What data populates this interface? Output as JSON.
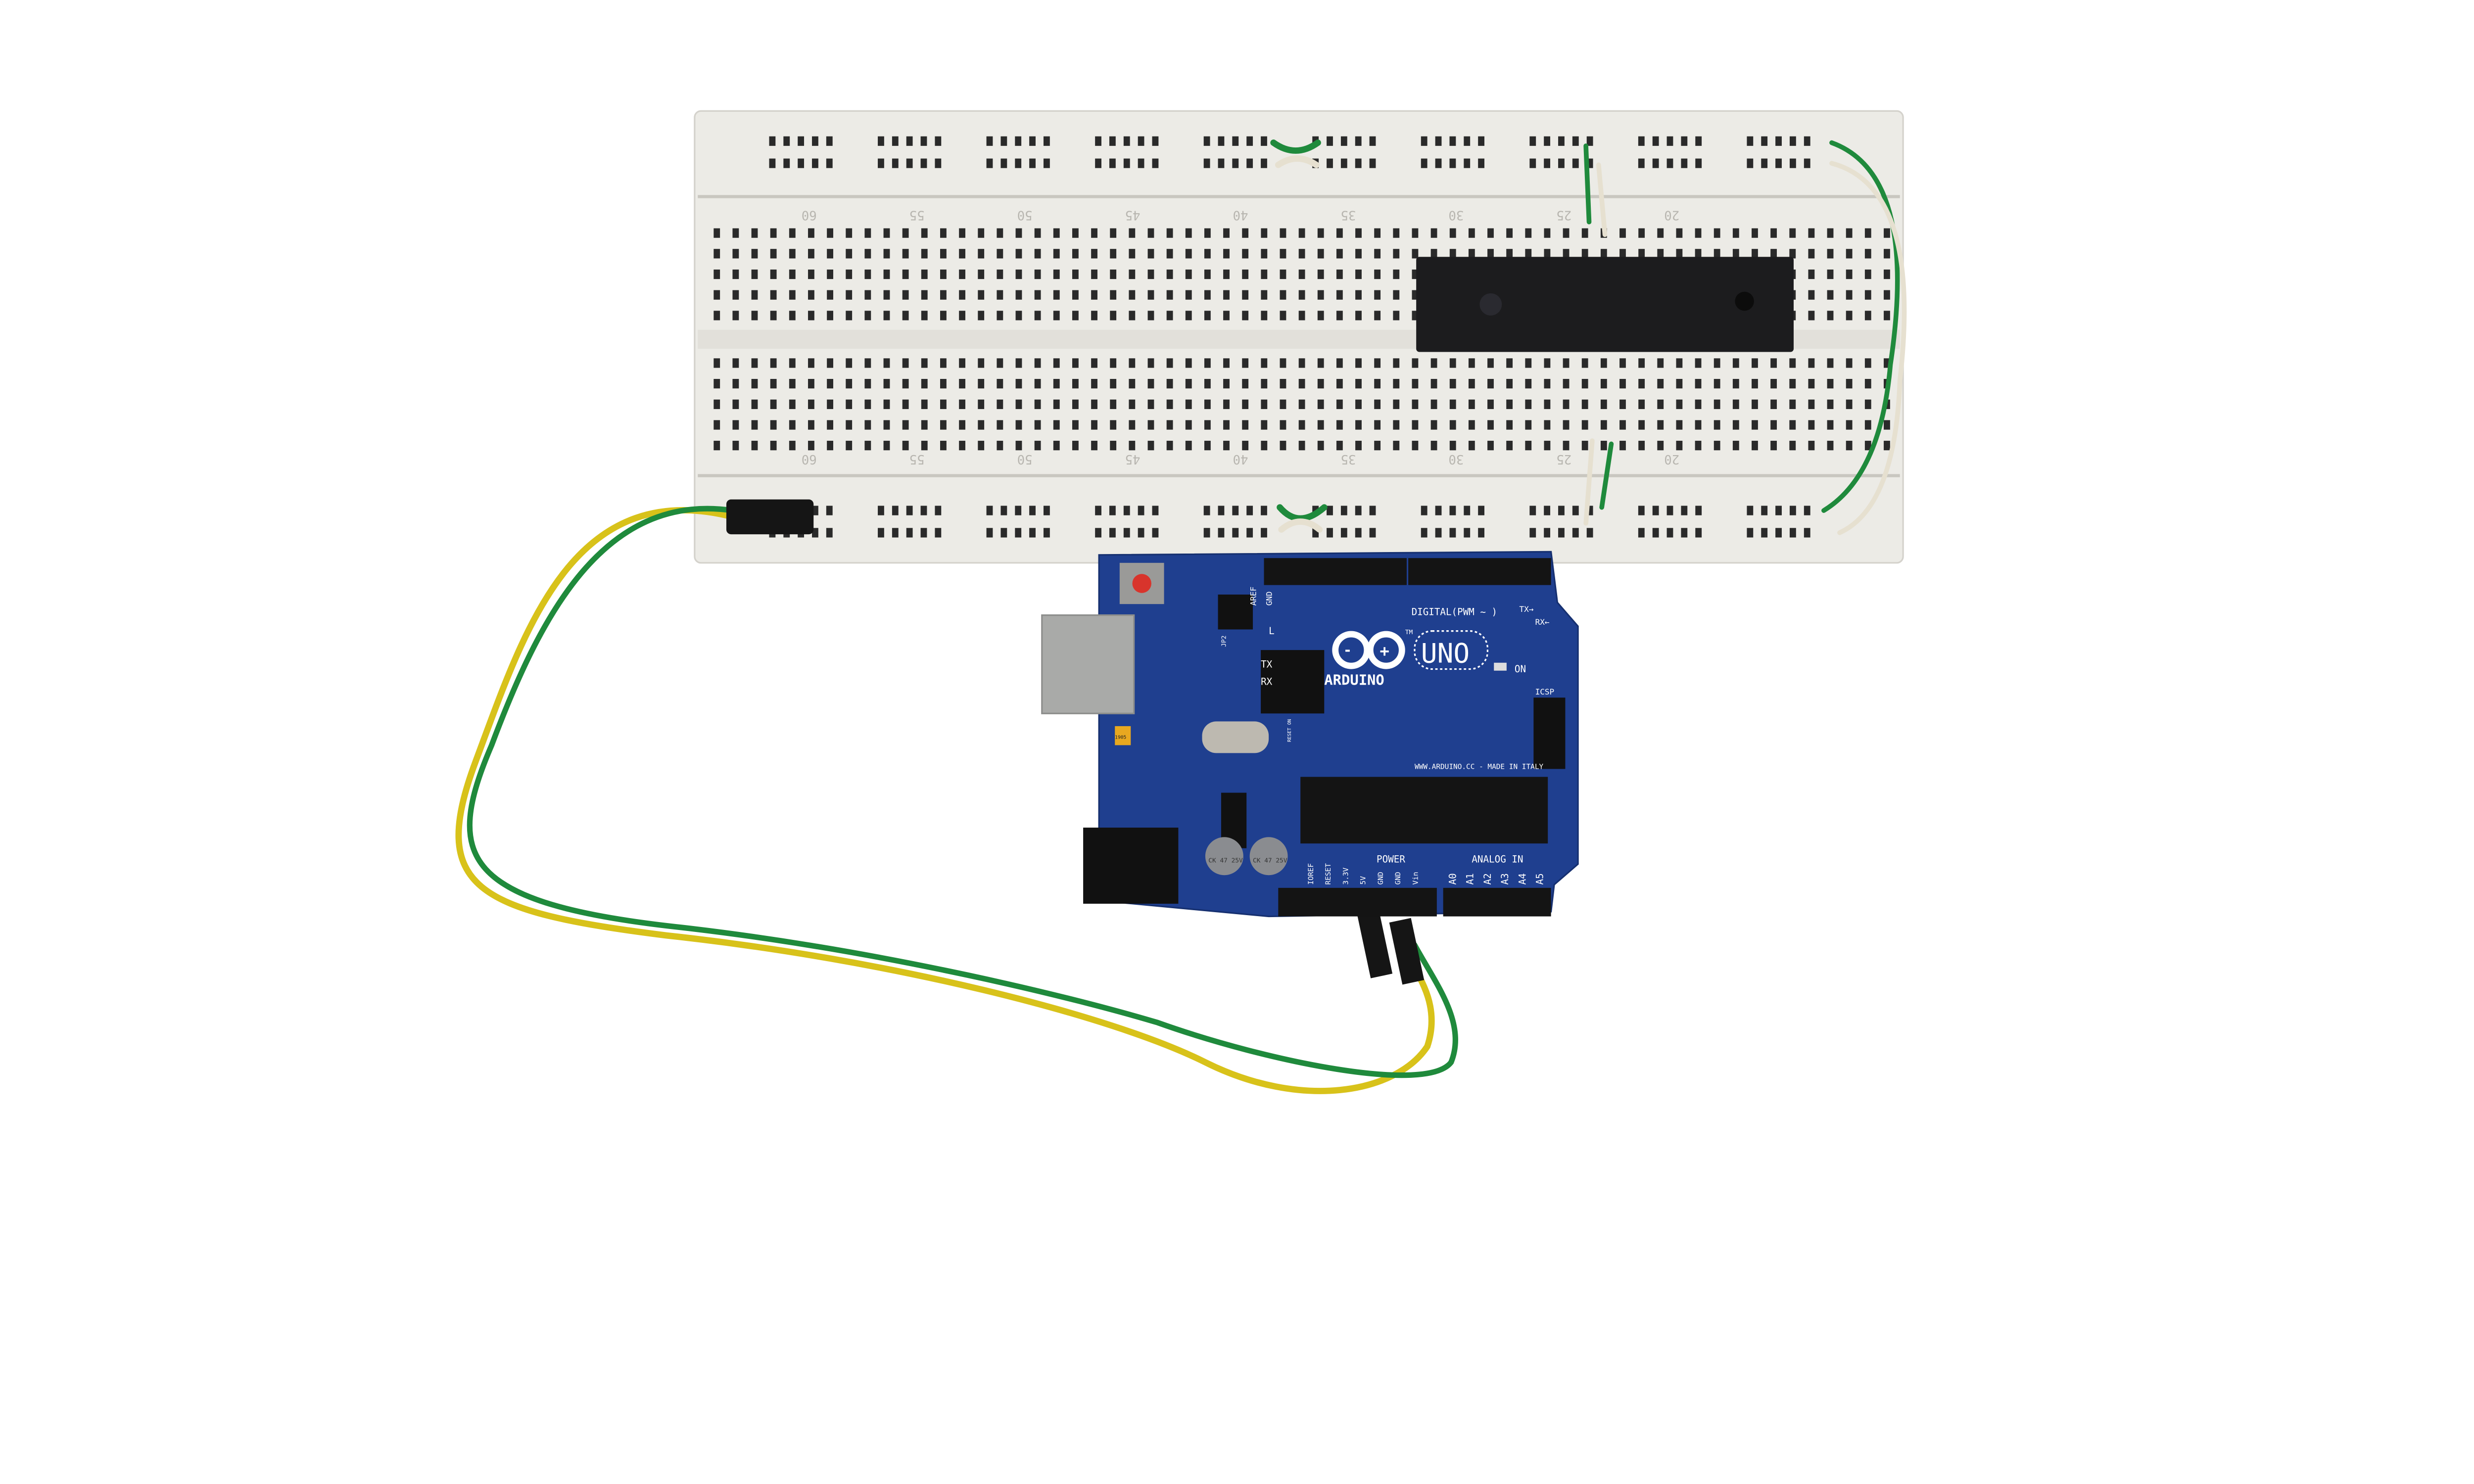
{
  "colors": {
    "background": "#ffffff",
    "breadboard": "#ecebe6",
    "hole": "#2a2a2a",
    "pcb": "#1f3f8f",
    "wire_green": "#1f8a3c",
    "wire_yellow": "#d8c21a",
    "wire_white": "#e6e0d0",
    "chip": "#1c1c1e"
  },
  "breadboard": {
    "column_numbers_top": [
      "60",
      "55",
      "50",
      "45",
      "40",
      "35",
      "30",
      "25",
      "20"
    ],
    "column_numbers_bottom": [
      "60",
      "55",
      "50",
      "45",
      "40",
      "35",
      "30",
      "25",
      "20"
    ]
  },
  "arduino": {
    "brand": "ARDUINO",
    "model": "UNO",
    "trademark": "TM",
    "digital_label": "DIGITAL(PWM ~ )",
    "tx_arrow": "TX→",
    "rx_arrow": "RX←",
    "led_l": "L",
    "led_tx": "TX",
    "led_rx": "RX",
    "led_on": "ON",
    "jp2": "JP2",
    "icsp": "ICSP",
    "reset_on": "RESET ON",
    "website": "WWW.ARDUINO.CC - MADE IN ITALY",
    "aref": "AREF",
    "gnd_top": "GND",
    "regulator": "1905",
    "power_label": "POWER",
    "analog_label": "ANALOG IN",
    "power_pins": [
      "IOREF",
      "RESET",
      "3.3V",
      "5V",
      "GND",
      "GND",
      "Vin"
    ],
    "analog_pins": [
      "A0",
      "A1",
      "A2",
      "A3",
      "A4",
      "A5"
    ],
    "capacitor_text": [
      "CK 47 25V",
      "CK 47 25V"
    ]
  }
}
